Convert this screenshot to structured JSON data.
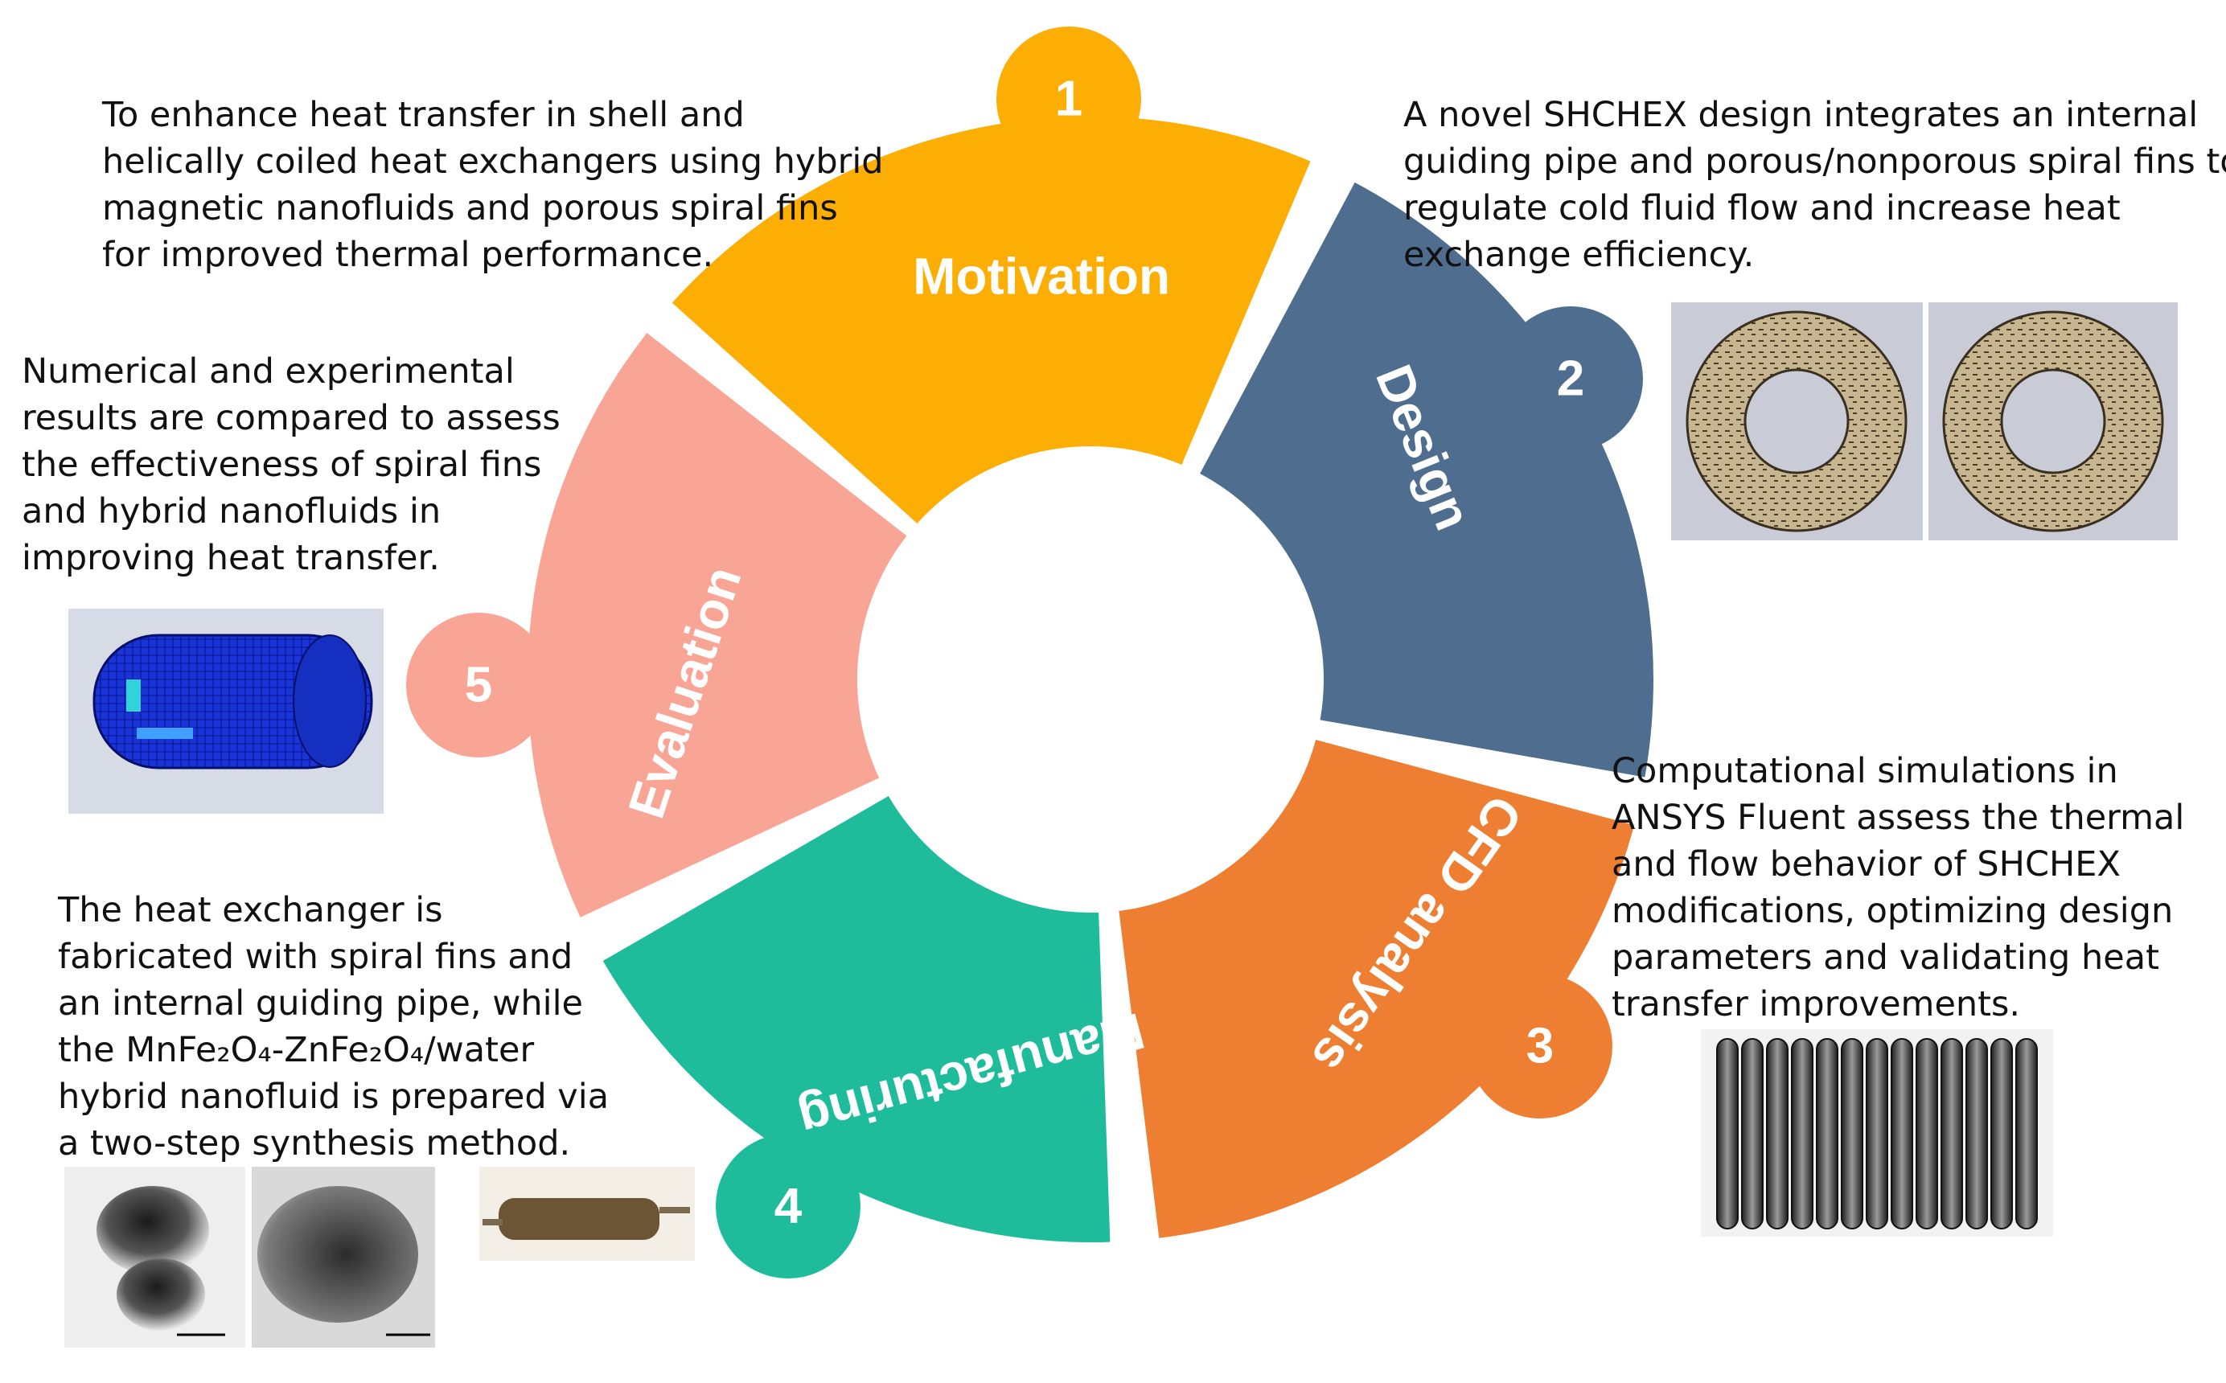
{
  "stages": [
    {
      "id": "motivation",
      "number": "1",
      "label": "Motivation",
      "color": "#fdae04",
      "description": [
        "To enhance heat transfer in shell and",
        "helically coiled heat exchangers using hybrid",
        "magnetic nanofluids and porous spiral fins",
        "for improved thermal performance."
      ]
    },
    {
      "id": "design",
      "number": "2",
      "label": "Design",
      "color": "#4e6d8f",
      "description": [
        "A novel SHCHEX design integrates an internal",
        "guiding pipe and porous/nonporous spiral fins to",
        "regulate cold fluid flow and increase heat",
        "exchange efficiency."
      ]
    },
    {
      "id": "cfd-analysis",
      "number": "3",
      "label": "CFD analysis",
      "color": "#ee7e31",
      "description": [
        "Computational simulations in",
        "ANSYS Fluent assess the thermal",
        "and flow behavior of SHCHEX",
        "modifications, optimizing design",
        "parameters and validating heat",
        "transfer improvements."
      ]
    },
    {
      "id": "manufacturing",
      "number": "4",
      "label": "Manufacturing",
      "color": "#1fbc9c",
      "description": [
        "The heat exchanger is",
        "fabricated with spiral fins and",
        "an internal guiding pipe, while",
        "the MnFe₂O₄-ZnFe₂O₄/water",
        "hybrid nanofluid is prepared via",
        "a two-step synthesis method."
      ]
    },
    {
      "id": "evaluation",
      "number": "5",
      "label": "Evaluation",
      "color": "#f9a596",
      "description": [
        "Numerical and experimental",
        "results are compared to assess",
        "the effectiveness of spiral fins",
        "and hybrid nanofluids in",
        "improving heat transfer."
      ]
    }
  ]
}
